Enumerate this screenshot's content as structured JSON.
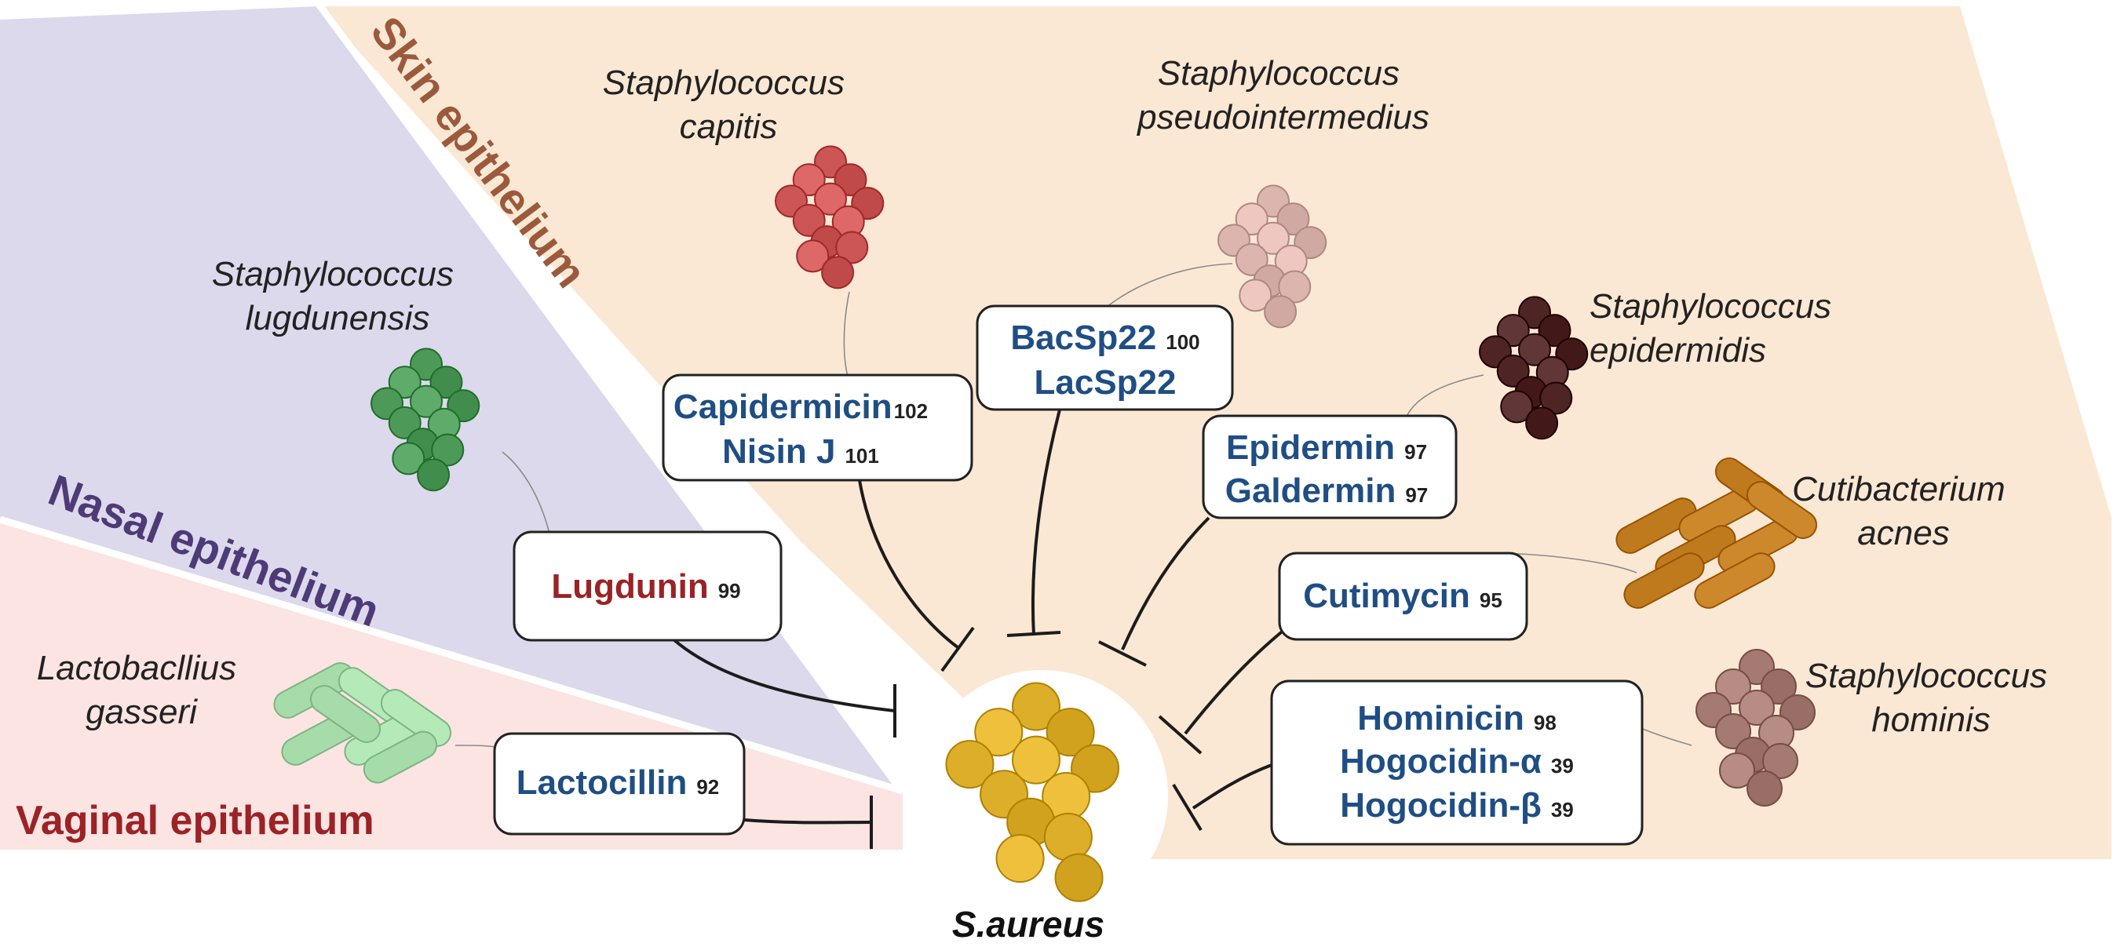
{
  "regions": {
    "skin": {
      "label": "Skin epithelium",
      "color": "#fbe8d4",
      "text_color": "#9b5a3c"
    },
    "nasal": {
      "label": "Nasal epithelium",
      "color": "#dcd9ec",
      "text_color": "#4f3a78"
    },
    "vaginal": {
      "label": "Vaginal epithelium",
      "color": "#fbe4e2",
      "text_color": "#9b2226"
    }
  },
  "target": {
    "label": "S.aureus",
    "color": "#dcae2a"
  },
  "species": [
    {
      "id": "capitis",
      "lines": [
        "Staphylococcus",
        "capitis"
      ],
      "color": "#cc5555"
    },
    {
      "id": "pseudintermedius",
      "lines": [
        "Staphylococcus",
        "pseudointermedius"
      ],
      "color": "#dbb5ae"
    },
    {
      "id": "epidermidis",
      "lines": [
        "Staphylococcus",
        "epidermidis"
      ],
      "color": "#4e2424"
    },
    {
      "id": "acnes",
      "lines": [
        "Cutibacterium",
        "acnes"
      ],
      "color": "#c07a1e"
    },
    {
      "id": "hominis",
      "lines": [
        "Staphylococcus",
        "hominis"
      ],
      "color": "#a47a72"
    },
    {
      "id": "lugdunensis",
      "lines": [
        "Staphylococcus",
        "lugdunensis"
      ],
      "color": "#4d9a58"
    },
    {
      "id": "gasseri",
      "lines": [
        "Lactobacllius",
        "gasseri"
      ],
      "color": "#a6dcaa"
    }
  ],
  "bacteriocins": [
    {
      "id": "capidermicin",
      "lines": [
        {
          "name": "Capidermicin",
          "ref": "102"
        },
        {
          "name": "Nisin J",
          "ref": "101"
        }
      ],
      "text_color": "#1f4e84"
    },
    {
      "id": "bacsp22",
      "lines": [
        {
          "name": "BacSp22",
          "ref": "100"
        },
        {
          "name": "LacSp22",
          "ref": ""
        }
      ],
      "text_color": "#1f4e84"
    },
    {
      "id": "epidermin",
      "lines": [
        {
          "name": "Epidermin",
          "ref": "97"
        },
        {
          "name": "Galdermin",
          "ref": "97"
        }
      ],
      "text_color": "#1f4e84"
    },
    {
      "id": "cutimycin",
      "lines": [
        {
          "name": "Cutimycin",
          "ref": "95"
        }
      ],
      "text_color": "#1f4e84"
    },
    {
      "id": "hominicin",
      "lines": [
        {
          "name": "Hominicin",
          "ref": "98"
        },
        {
          "name": "Hogocidin-α",
          "ref": "39"
        },
        {
          "name": "Hogocidin-β",
          "ref": "39"
        }
      ],
      "text_color": "#1f4e84"
    },
    {
      "id": "lugdunin",
      "lines": [
        {
          "name": "Lugdunin",
          "ref": "99"
        }
      ],
      "text_color": "#9b2226"
    },
    {
      "id": "lactocillin",
      "lines": [
        {
          "name": "Lactocillin",
          "ref": "92"
        }
      ],
      "text_color": "#1f4e84"
    }
  ]
}
